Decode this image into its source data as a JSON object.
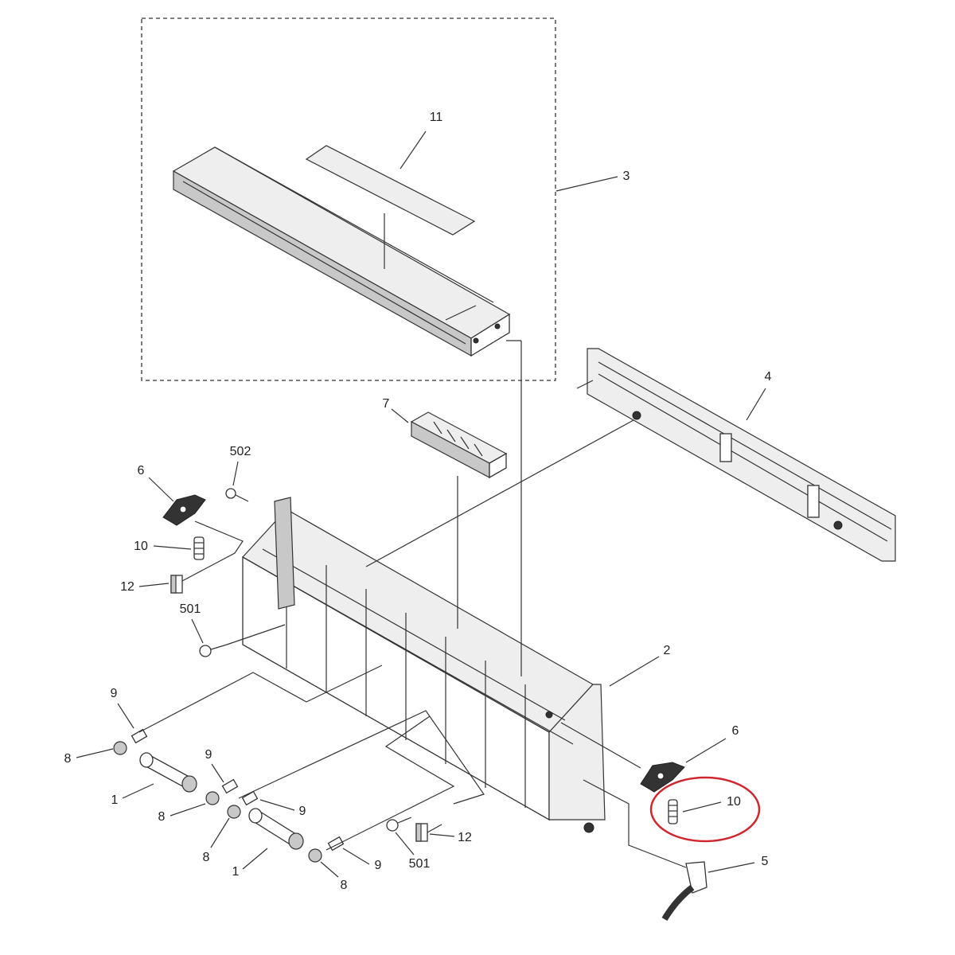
{
  "diagram": {
    "type": "exploded-parts-view",
    "highlight_color": "#d0262e",
    "highlighted_callout": "10",
    "callouts": [
      "11",
      "3",
      "4",
      "7",
      "502",
      "6",
      "10",
      "12",
      "501",
      "2",
      "9",
      "8",
      "1",
      "9",
      "8",
      "9",
      "8",
      "1",
      "501",
      "12",
      "9",
      "8",
      "6",
      "10",
      "5"
    ]
  }
}
